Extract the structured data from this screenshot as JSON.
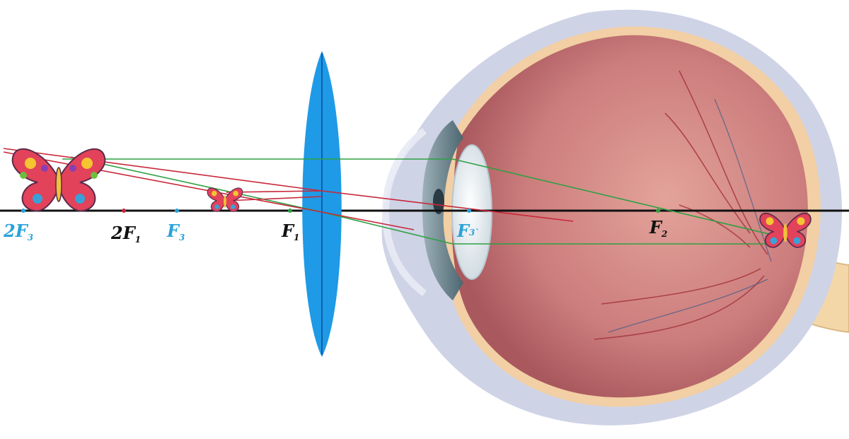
{
  "labels": {
    "twoF3": {
      "main": "2F",
      "sub": "3"
    },
    "twoF1": {
      "main": "2F",
      "sub": "1"
    },
    "F3": {
      "main": "F",
      "sub": "3"
    },
    "F1": {
      "main": "F",
      "sub": "1"
    },
    "F3prime": {
      "main": "F",
      "sub": "3`"
    },
    "F2": {
      "main": "F",
      "sub": "2"
    }
  },
  "colors": {
    "axis": "#111111",
    "lens": "#1e9ae6",
    "lens_edge": "#0b5fb0",
    "ray_red": "#c8283a",
    "ray_green": "#2ea043",
    "label_blue": "#29a3d9",
    "label_black": "#111111",
    "sclera": "#cfd3e6",
    "eye_inner": "#c9787a",
    "choroid": "#f2cfa4",
    "iris": "#6f8a94",
    "crystalline_lens": "#e7eef2",
    "optic_nerve": "#f4d7a8"
  },
  "icons": {
    "object_large": "butterfly-icon",
    "object_small": "butterfly-icon",
    "retina_image": "butterfly-icon"
  }
}
